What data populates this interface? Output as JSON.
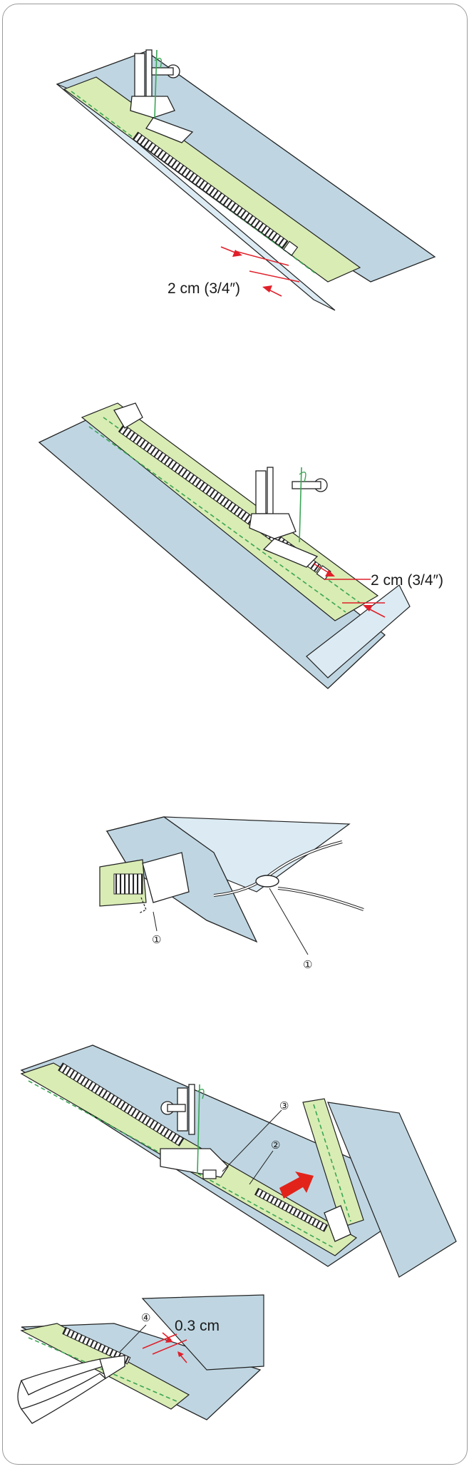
{
  "colors": {
    "fabric": "#bfd6e2",
    "fabric_light": "#dcebf3",
    "tape": "#d9ecb4",
    "stitch": "#3aa655",
    "outline": "#222222",
    "measure": "#e0202a",
    "arrow_fill": "#e2231a"
  },
  "figure1": {
    "measurement": "2 cm (3/4″)"
  },
  "figure2": {
    "measurement": "2 cm (3/4″)"
  },
  "figure3": {
    "callout_left": "①",
    "callout_right": "①"
  },
  "figure4": {
    "callout_3": "③",
    "callout_2": "②"
  },
  "figure5": {
    "callout_4": "④",
    "measurement": "0.3 cm"
  },
  "icons": [
    "presser-foot-icon",
    "zipper-teeth-icon",
    "slider-icon",
    "pliers-icon",
    "direction-arrow-icon"
  ]
}
